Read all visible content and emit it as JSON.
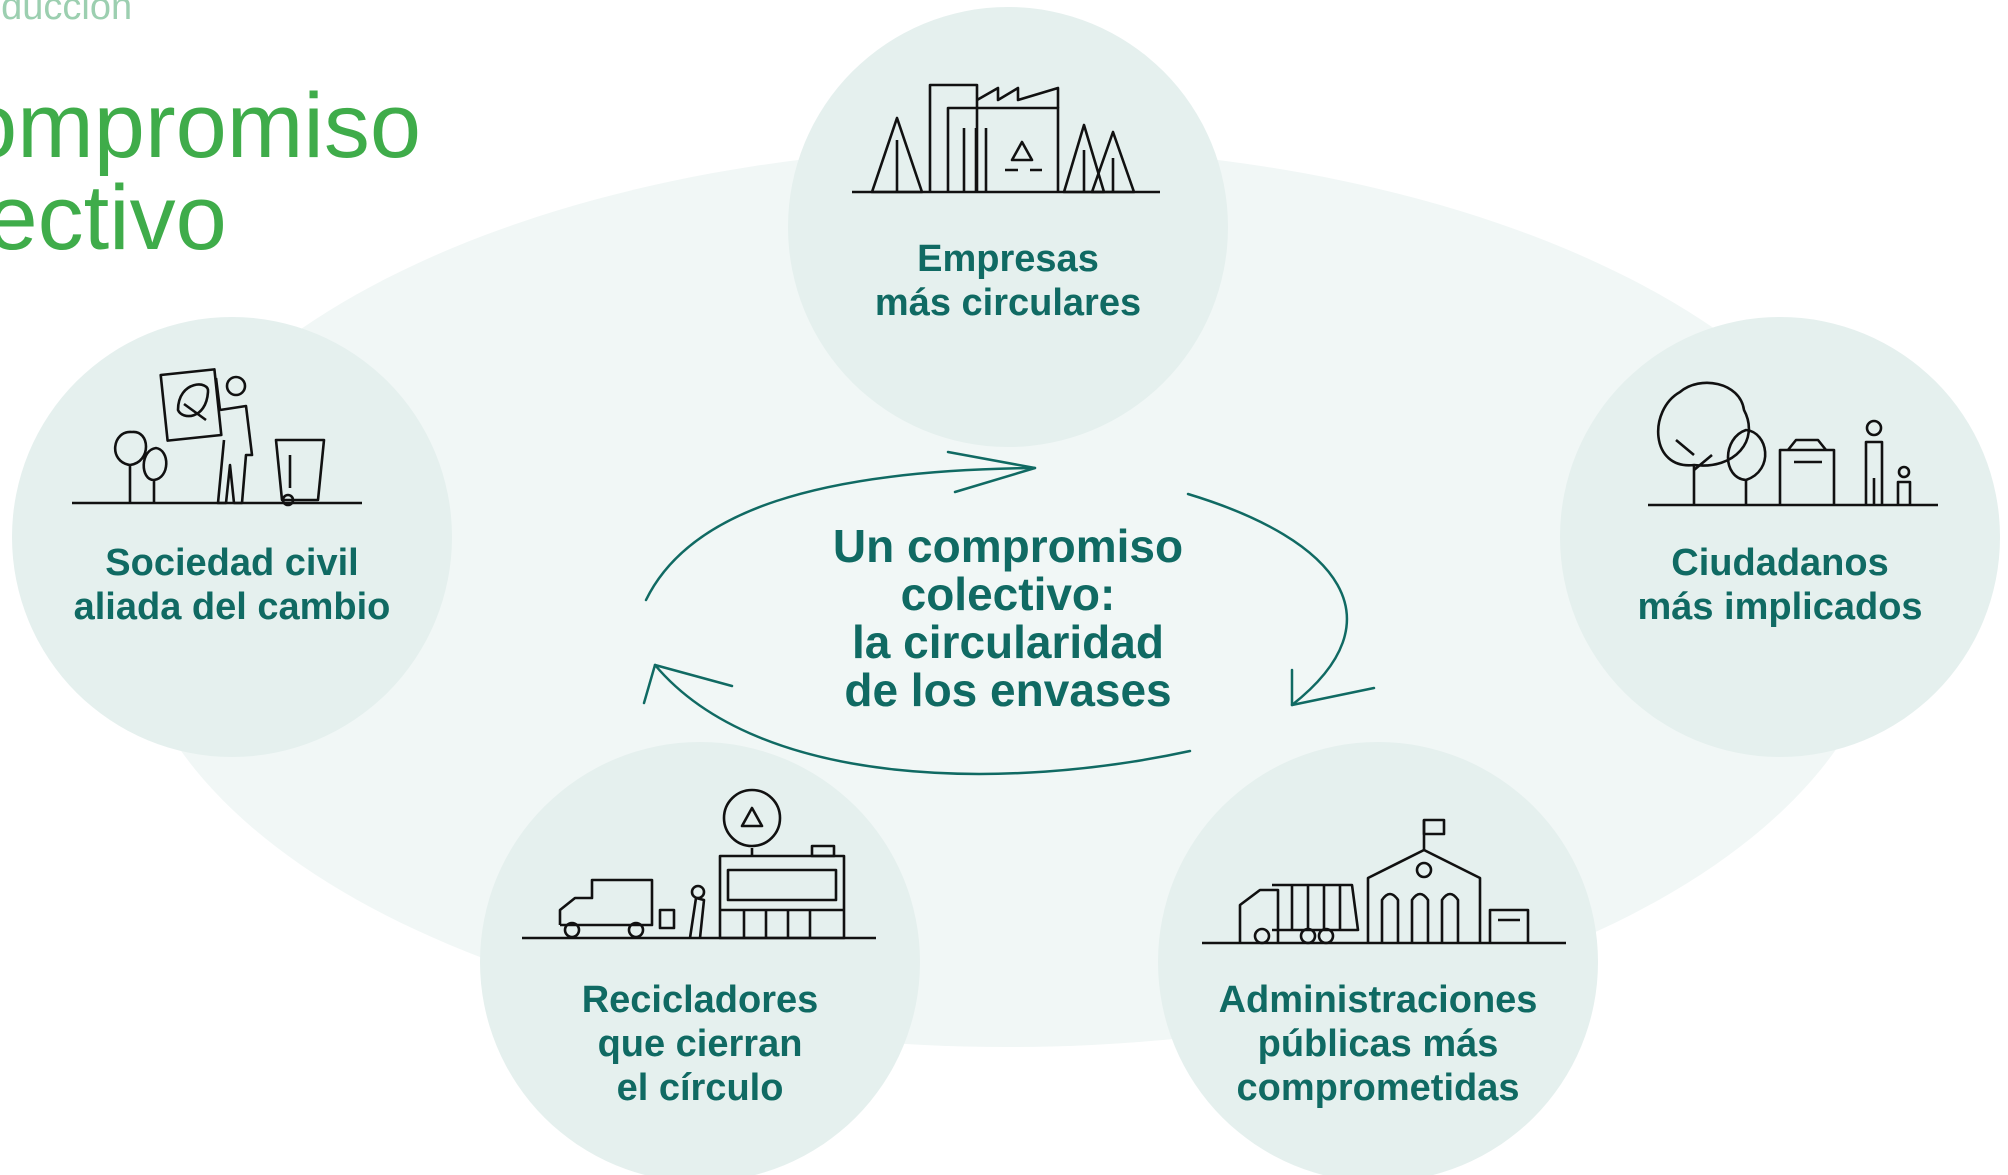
{
  "header": {
    "section": "oducción",
    "title_lines": [
      "ompromiso",
      "lectivo"
    ]
  },
  "center": {
    "lines": [
      "Un compromiso",
      "colectivo:",
      "la circularidad",
      "de los envases"
    ]
  },
  "nodes": [
    {
      "id": "empresas",
      "icon": "factory-recycling-icon",
      "lines": [
        "Empresas",
        "más circulares"
      ]
    },
    {
      "id": "ciudadanos",
      "icon": "family-park-icon",
      "lines": [
        "Ciudadanos",
        "más implicados"
      ]
    },
    {
      "id": "administraciones",
      "icon": "town-hall-truck-icon",
      "lines": [
        "Administraciones",
        "públicas más",
        "comprometidas"
      ]
    },
    {
      "id": "recicladores",
      "icon": "recycling-plant-icon",
      "lines": [
        "Recicladores",
        "que cierran",
        "el círculo"
      ]
    },
    {
      "id": "sociedad",
      "icon": "person-sign-icon",
      "lines": [
        "Sociedad civil",
        "aliada del cambio"
      ]
    }
  ],
  "colors": {
    "title": "#3fac4a",
    "section": "#9ccfb0",
    "text": "#106a63",
    "circle": "#e5f0ee",
    "ellipse": "#f1f7f6",
    "line": "#111111",
    "arrow": "#106a63"
  }
}
